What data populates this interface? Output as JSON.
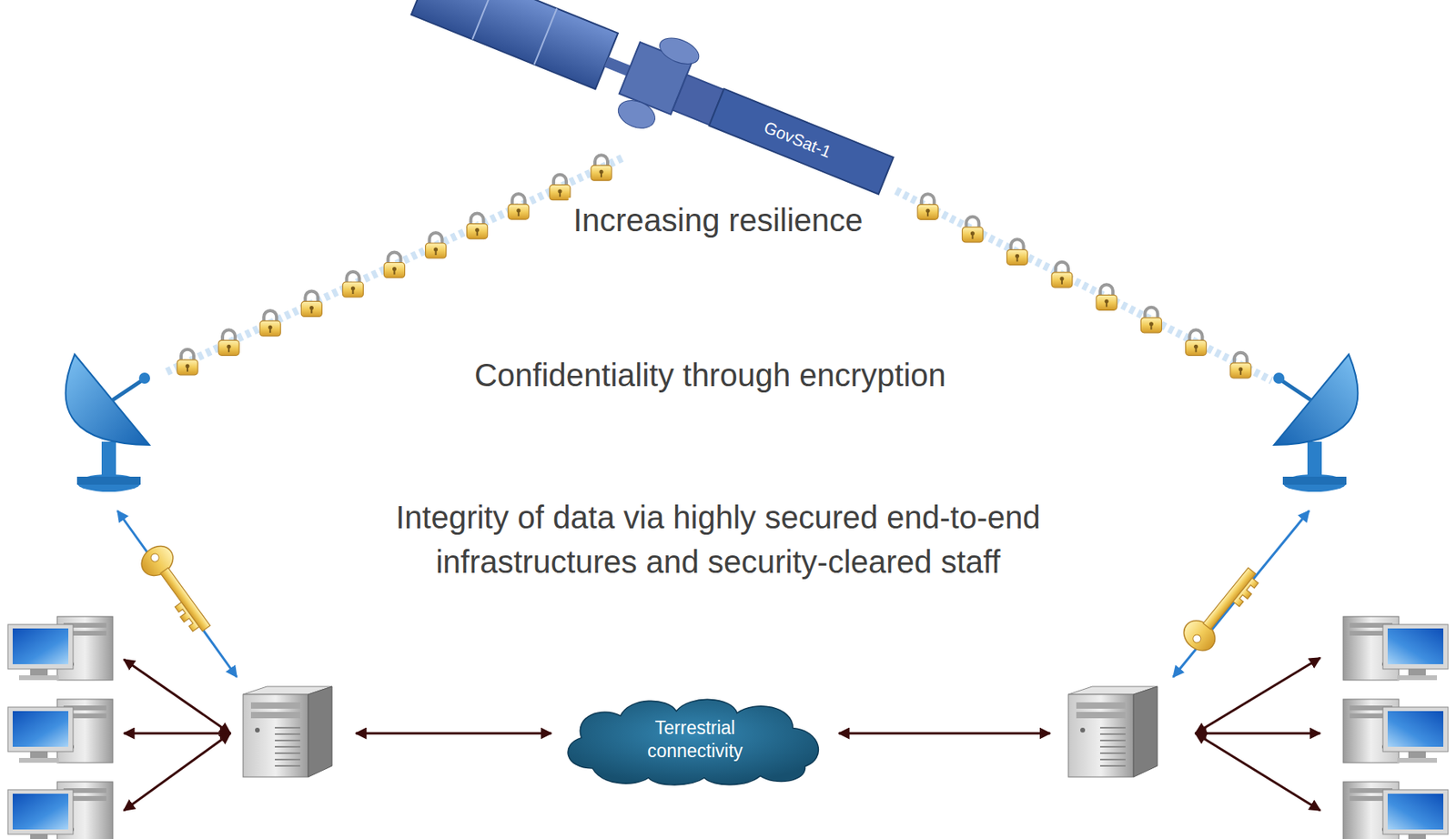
{
  "diagram": {
    "nodes": [
      {
        "text": [
          "GovSat-1"
        ]
      },
      {
        "text": [
          "Terrestrial connectivity"
        ]
      }
    ],
    "labels": [
      "Increasing resilience",
      "Confidentiality through encryption",
      "Integrity of data via highly secured end-to-end infrastructures and security-cleared staff"
    ]
  }
}
